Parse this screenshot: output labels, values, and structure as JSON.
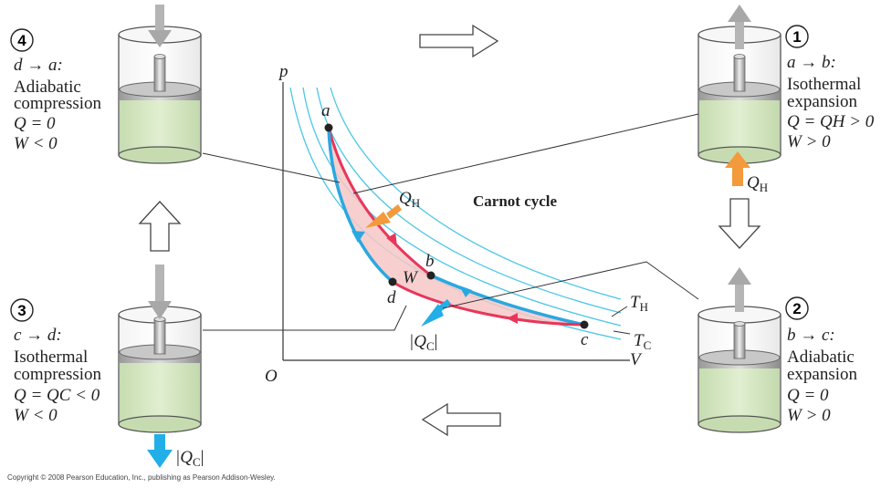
{
  "colors": {
    "piston_gas": "#d6e8c4",
    "cylinder_stroke": "#555555",
    "heat_hot": "#f39a3c",
    "heat_cold": "#22aee6",
    "isotherm": "#4cc6e6",
    "cycle_hot": "#e8365a",
    "cycle_adiabat": "#2aa8e0",
    "cycle_fill": "#f6c7c7",
    "work_arrow": "#b0b0b0"
  },
  "diagram": {
    "title": "Carnot cycle",
    "axis_p": "p",
    "axis_v": "V",
    "origin": "O",
    "points": {
      "a": "a",
      "b": "b",
      "c": "c",
      "d": "d"
    },
    "work_label": "W",
    "isotherm_hot_label": "T",
    "isotherm_hot_sub": "H",
    "isotherm_cold_label": "T",
    "isotherm_cold_sub": "C",
    "qh_label": "Q",
    "qh_sub": "H",
    "qc_label": "|Q",
    "qc_sub": "C",
    "qc_end": "|"
  },
  "steps": [
    {
      "number": "1",
      "line1": "a → b:",
      "line2": "Isothermal",
      "line3": "expansion",
      "line4": "Q = QH > 0",
      "line5": "W > 0",
      "heat_label": "QH"
    },
    {
      "number": "2",
      "line1": "b → c:",
      "line2": "Adiabatic",
      "line3": "expansion",
      "line4": "Q = 0",
      "line5": "W > 0"
    },
    {
      "number": "3",
      "line1": "c → d:",
      "line2": "Isothermal",
      "line3": "compression",
      "line4": "Q = QC < 0",
      "line5": "W < 0",
      "heat_label": "|QC|"
    },
    {
      "number": "4",
      "line1": "d → a:",
      "line2": "Adiabatic",
      "line3": "compression",
      "line4": "Q = 0",
      "line5": "W < 0"
    }
  ],
  "copyright": "Copyright © 2008 Pearson Education, Inc., publishing as Pearson Addison-Wesley."
}
